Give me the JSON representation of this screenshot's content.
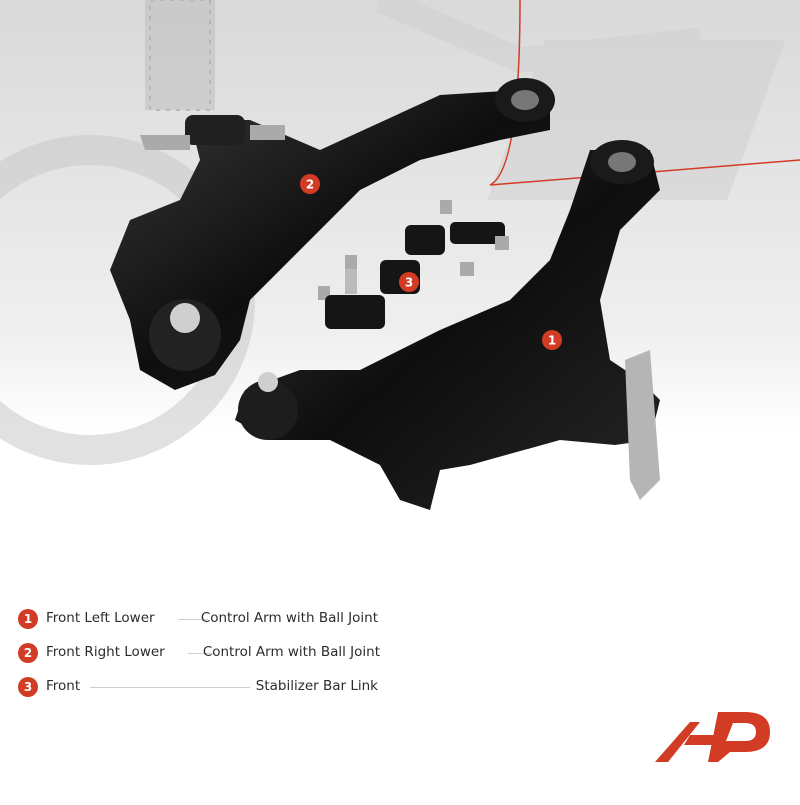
{
  "legend": [
    {
      "number": "1",
      "left": "Front Left Lower",
      "right": "Control Arm with Ball Joint"
    },
    {
      "number": "2",
      "left": "Front Right Lower",
      "right": "Control Arm with Ball Joint"
    },
    {
      "number": "3",
      "left": "Front",
      "right": "Stabilizer Bar Link"
    }
  ],
  "callouts": [
    "1",
    "2",
    "3"
  ],
  "colors": {
    "accent": "#d23b24",
    "part": "#141414",
    "background_photo": "#e6e6e6"
  }
}
